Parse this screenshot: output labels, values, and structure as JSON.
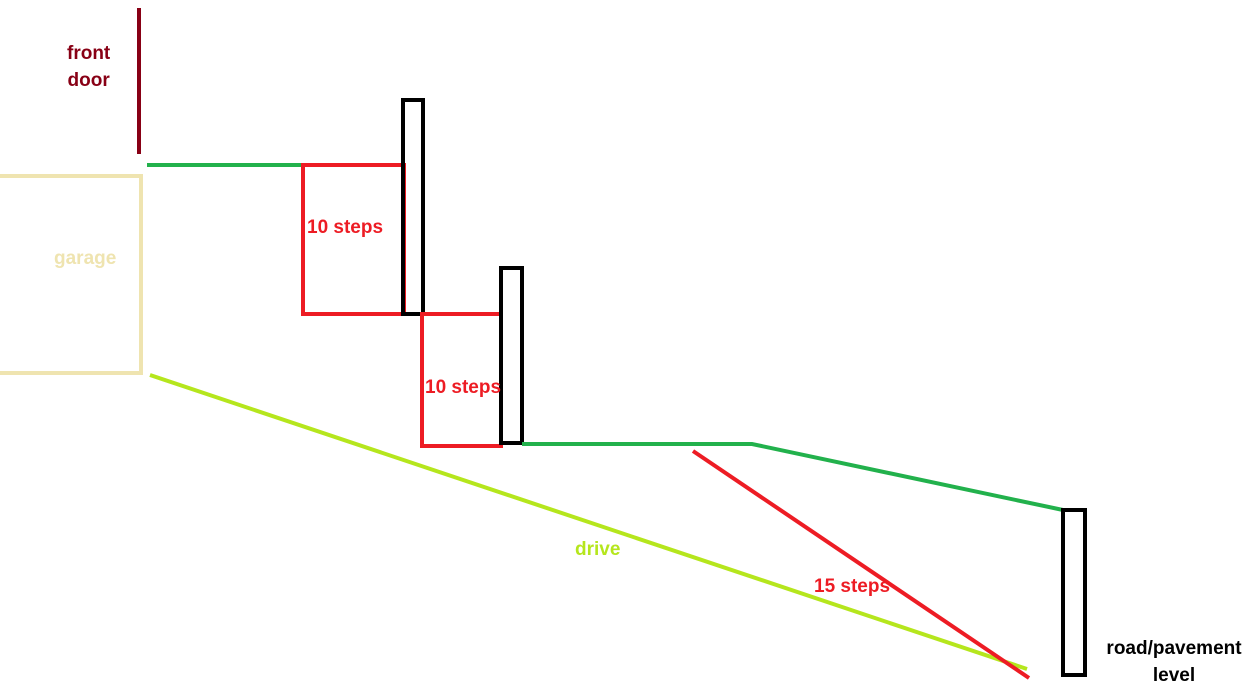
{
  "labels": {
    "front_door": [
      "front",
      "door"
    ],
    "garage": "garage",
    "steps_upper": "10 steps",
    "steps_lower": "10 steps",
    "drive": "drive",
    "steps_slope": "15 steps",
    "road_level": [
      "road/pavement",
      "level"
    ]
  },
  "colors": {
    "door": "#880015",
    "garage": "#efe4b0",
    "path": "#22b14c",
    "drive": "#b5e61d",
    "steps": "#ed1c24",
    "wall": "#000000"
  }
}
